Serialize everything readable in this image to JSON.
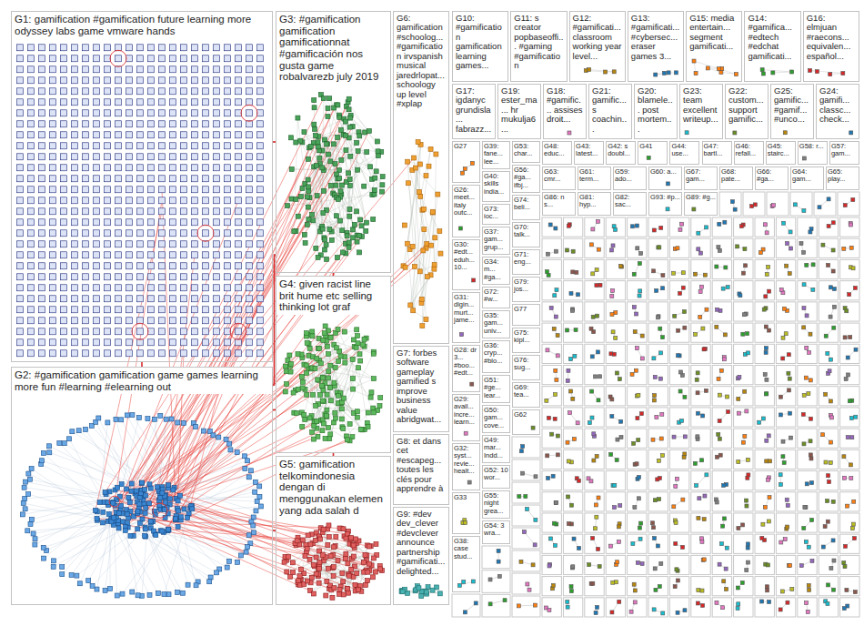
{
  "diagram": {
    "nodes": [
      {
        "text": [
          "G1: gamification #gamification future learning more odyssey labs game vmware hands"
        ]
      },
      {
        "text": [
          "G2: #gamification gamification game games learning more fun #learning #elearning out"
        ]
      },
      {
        "text": [
          "G3: #gamification gamification gamificationnat #gamificación nos gusta game robalvarezb july 2019"
        ]
      },
      {
        "text": [
          "G4: given racist line brit hume etc selling thinking lot graf"
        ]
      },
      {
        "text": [
          "G5: gamification telkomindonesia dengan di menggunakan elemen yang ada salah d"
        ]
      },
      {
        "text": [
          "G6: gamification #schoolog... #gamification irvspanish musical jaredrlopat... schoology up level #xplap"
        ]
      },
      {
        "text": [
          "G7: forbes software gameplay gamified s improve business value abridgwat..."
        ]
      },
      {
        "text": [
          "G8: et dans cet #escapeg... toutes les clés pour apprendre à"
        ]
      },
      {
        "text": [
          "G9: #dev dev_clever #devclever announce partnership #gamificati... delighted..."
        ]
      },
      {
        "text": [
          "G10: #gamification gamification learning games..."
        ]
      },
      {
        "text": [
          "G11: s creator popbaseoffi... #gaming #gamification"
        ]
      },
      {
        "text": [
          "G12: #gamificati... classroom working year level..."
        ]
      },
      {
        "text": [
          "G13: #gamificati... #cybersec... eraser games 3..."
        ]
      },
      {
        "text": [
          "G15: media entertain... segment gamificati..."
        ]
      },
      {
        "text": [
          "G14: #gamifica... #edtech #edchat gamificati..."
        ]
      },
      {
        "text": [
          "G16: elmjuan #raecons... equivalen... español..."
        ]
      },
      {
        "text": [
          "G17: igdanyc grundisla... fabrazz..."
        ]
      },
      {
        "text": [
          "G19: ester_ma... hr mukulja6..."
        ]
      },
      {
        "text": [
          "G18: #gamific... assises droit..."
        ]
      },
      {
        "text": [
          "G21: gamific... s coachin..."
        ]
      },
      {
        "text": [
          "G20: blamele... post mortem..."
        ]
      },
      {
        "text": [
          "G23: team excellent writeup..."
        ]
      },
      {
        "text": [
          "G22: custom... support gamific..."
        ]
      },
      {
        "text": [
          "G25: gamific... #gamif... #unco..."
        ]
      },
      {
        "text": [
          "G24: gamifi... classc... check..."
        ]
      },
      {
        "text": [
          "G27"
        ]
      },
      {
        "text": [
          "G26: meet... italy outc..."
        ]
      },
      {
        "text": [
          "G30: #edt... eduh... 10..."
        ]
      },
      {
        "text": [
          "G31: digin... murt... jame..."
        ]
      },
      {
        "text": [
          "G28: dr 3... #boo... #edt..."
        ]
      },
      {
        "text": [
          "G29: avail... incre... learn..."
        ]
      },
      {
        "text": [
          "G32: syst... revie... healt..."
        ]
      },
      {
        "text": [
          "G33"
        ]
      },
      {
        "text": [
          "G38: case stud..."
        ]
      },
      {
        "text": [
          "G39: fane... lee..."
        ]
      },
      {
        "text": [
          "G40: skills india..."
        ]
      },
      {
        "text": [
          "G73: ioc..."
        ]
      },
      {
        "text": [
          "G37: gam... grup..."
        ]
      },
      {
        "text": [
          "G34: m... #ga..."
        ]
      },
      {
        "text": [
          "G72: #w..."
        ]
      },
      {
        "text": [
          "G35: gam... univ..."
        ]
      },
      {
        "text": [
          "G36: cryp... #blo..."
        ]
      },
      {
        "text": [
          "G51: #ge... lear..."
        ]
      },
      {
        "text": [
          "G50: gam... cove..."
        ]
      },
      {
        "text": [
          "G49: mar... Indd..."
        ]
      },
      {
        "text": [
          "G52: 10 wor..."
        ]
      },
      {
        "text": [
          "G55: night grea..."
        ]
      },
      {
        "text": [
          "G54: 3 wra..."
        ]
      },
      {
        "text": [
          "G53: char..."
        ]
      },
      {
        "text": [
          "G56: #ga... ifbj..."
        ]
      },
      {
        "text": [
          "G74: beli..."
        ]
      },
      {
        "text": [
          "G70: talk..."
        ]
      },
      {
        "text": [
          "G71: eng..."
        ]
      },
      {
        "text": [
          "G79: jos..."
        ]
      },
      {
        "text": [
          "G77"
        ]
      },
      {
        "text": [
          "G75: kipl..."
        ]
      },
      {
        "text": [
          "G76: sug..."
        ]
      },
      {
        "text": [
          "G69: tea..."
        ]
      },
      {
        "text": [
          "G62"
        ]
      },
      {
        "text": [
          "G48: educ..."
        ]
      },
      {
        "text": [
          "G43: latest..."
        ]
      },
      {
        "text": [
          "G42: s doubl..."
        ]
      },
      {
        "text": [
          "G41"
        ]
      },
      {
        "text": [
          "G44: use..."
        ]
      },
      {
        "text": [
          "G47: bartl..."
        ]
      },
      {
        "text": [
          "G46: refall..."
        ]
      },
      {
        "text": [
          "G45: stairc..."
        ]
      },
      {
        "text": [
          "G58: r..."
        ]
      },
      {
        "text": [
          "G57: gam..."
        ]
      },
      {
        "text": [
          "G63: cmr..."
        ]
      },
      {
        "text": [
          "G61: term..."
        ]
      },
      {
        "text": [
          "G59: ado..."
        ]
      },
      {
        "text": [
          "G60: a..."
        ]
      },
      {
        "text": [
          "G67: gam..."
        ]
      },
      {
        "text": [
          "G68: pate..."
        ]
      },
      {
        "text": [
          "G66: #ga..."
        ]
      },
      {
        "text": [
          "G64: gam..."
        ]
      },
      {
        "text": [
          "G65: play..."
        ]
      },
      {
        "text": [
          "G86: n s..."
        ]
      },
      {
        "text": [
          "G81: hyp..."
        ]
      },
      {
        "text": [
          "G82: sac..."
        ]
      },
      {
        "text": [
          "G93: #p..."
        ]
      },
      {
        "text": [
          "G89: #g..."
        ]
      }
    ],
    "edges": [
      {
        "from": 1,
        "to": 0,
        "arrow": "none"
      },
      {
        "from": 1,
        "to": 2,
        "arrow": "none"
      },
      {
        "from": 1,
        "to": 3,
        "arrow": "none"
      },
      {
        "from": 1,
        "to": 4,
        "arrow": "none"
      },
      {
        "from": 0,
        "to": 2,
        "arrow": "none"
      },
      {
        "from": 2,
        "to": 3,
        "arrow": "none"
      },
      {
        "from": 3,
        "to": 4,
        "arrow": "none"
      }
    ]
  }
}
